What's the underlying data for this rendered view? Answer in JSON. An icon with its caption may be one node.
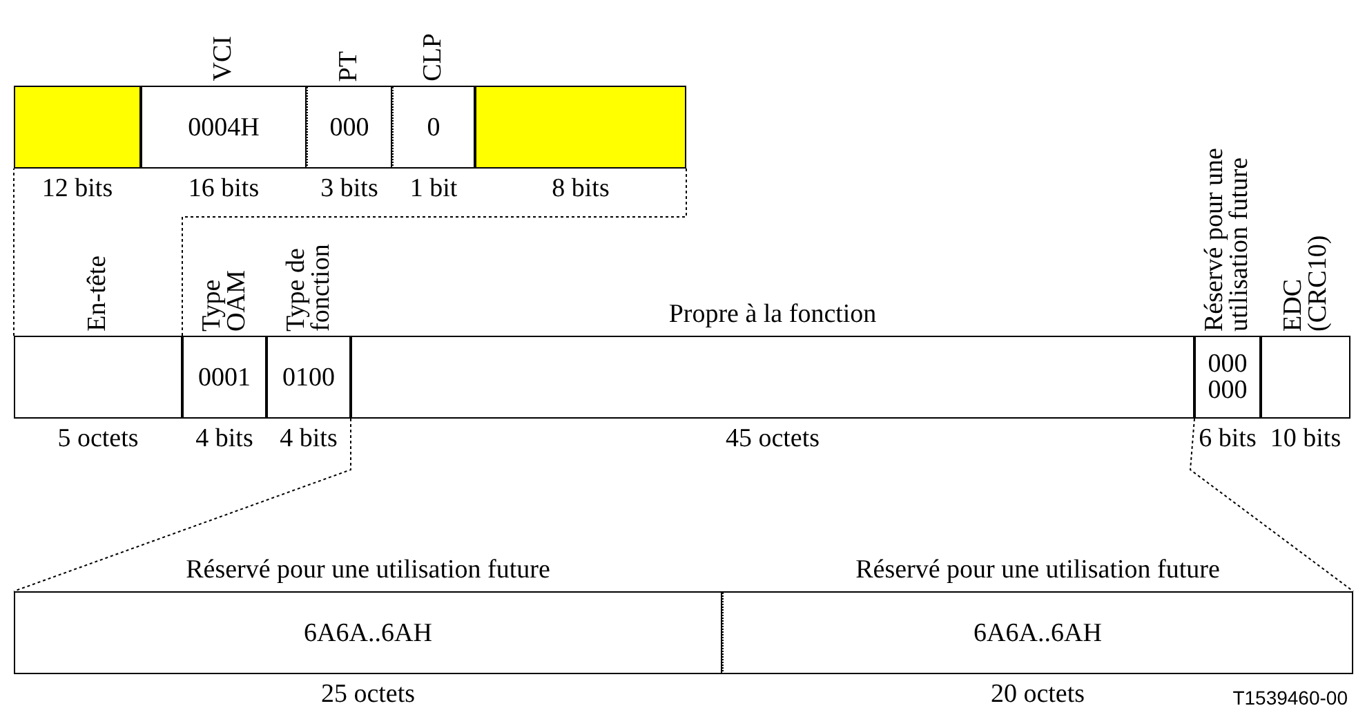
{
  "diagram": {
    "nodes": [
      {
        "text": [],
        "shape": "box",
        "beside": [
          "12 bits"
        ]
      },
      {
        "text": [
          "VCI",
          "0004H"
        ],
        "beside": [
          "16 bits"
        ]
      },
      {
        "text": [
          "PT",
          "000"
        ],
        "beside": [
          "3 bits"
        ]
      },
      {
        "text": [
          "CLP",
          "0"
        ],
        "beside": [
          "1 bit"
        ]
      },
      {
        "text": [],
        "shape": "box",
        "beside": [
          "8 bits"
        ]
      },
      {
        "text": [
          "En-tête"
        ],
        "beside": [
          "5 octets"
        ]
      },
      {
        "text": [
          "Type OAM",
          "0001"
        ],
        "beside": [
          "4 bits"
        ]
      },
      {
        "text": [
          "Type de fonction",
          "0100"
        ],
        "beside": [
          "4 bits"
        ]
      },
      {
        "text": [
          "Propre à la fonction"
        ],
        "beside": [
          "45 octets"
        ]
      },
      {
        "text": [
          "Réservé pour une utilisation future",
          "000 000"
        ],
        "beside": [
          "6 bits"
        ]
      },
      {
        "text": [
          "EDC (CRC10)"
        ],
        "beside": [
          "10 bits"
        ]
      },
      {
        "text": [
          "Réservé pour une utilisation future",
          "6A6A..6AH"
        ],
        "beside": [
          "25 octets"
        ]
      },
      {
        "text": [
          "Réservé pour une utilisation future",
          "6A6A..6AH"
        ],
        "beside": [
          "20 octets"
        ]
      }
    ],
    "edges": [
      {
        "from": 5,
        "to": 0,
        "arrow": "none",
        "style": "dashed"
      },
      {
        "from": 5,
        "to": 4,
        "arrow": "none",
        "style": "dashed"
      },
      {
        "from": 8,
        "to": 11,
        "arrow": "none",
        "style": "dashed"
      },
      {
        "from": 8,
        "to": 12,
        "arrow": "none",
        "style": "dashed"
      }
    ],
    "labels": [
      "T1539460-00"
    ]
  }
}
